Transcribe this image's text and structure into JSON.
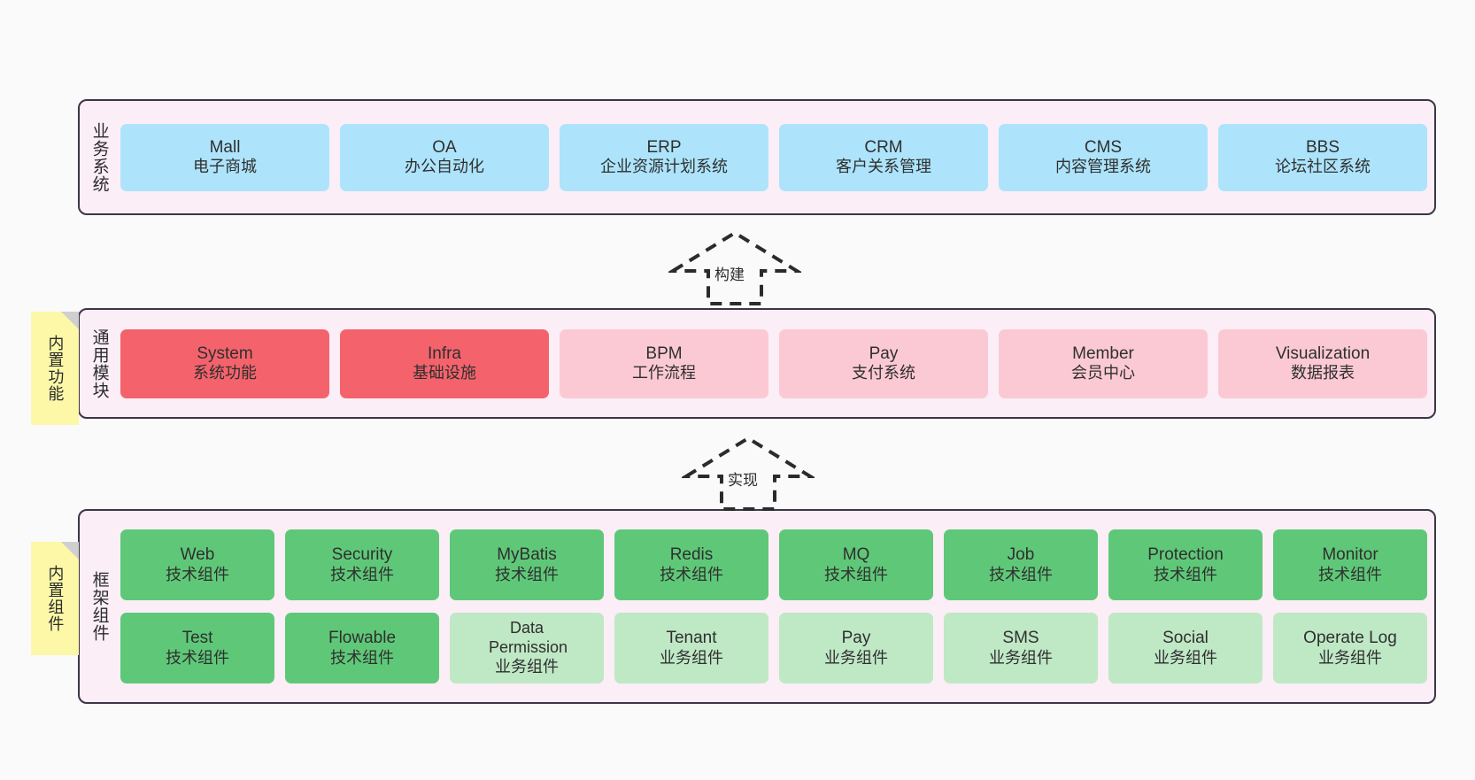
{
  "diagram": {
    "background_color": "#fafafa",
    "layer_bg_color": "#fbeef7",
    "layer_border_color": "#3d3546"
  },
  "layers": [
    {
      "id": "business-system",
      "title": "业务系统",
      "card_color": "#ade4fb",
      "cards": [
        {
          "name": "Mall",
          "desc": "电子商城"
        },
        {
          "name": "OA",
          "desc": "办公自动化"
        },
        {
          "name": "ERP",
          "desc": "企业资源计划系统"
        },
        {
          "name": "CRM",
          "desc": "客户关系管理"
        },
        {
          "name": "CMS",
          "desc": "内容管理系统"
        },
        {
          "name": "BBS",
          "desc": "论坛社区系统"
        }
      ]
    },
    {
      "id": "common-module",
      "title": "通用模块",
      "sticky": "内置功能",
      "cards": [
        {
          "name": "System",
          "desc": "系统功能",
          "color": "#f4636c"
        },
        {
          "name": "Infra",
          "desc": "基础设施",
          "color": "#f4636c"
        },
        {
          "name": "BPM",
          "desc": "工作流程",
          "color": "#fbc9d4"
        },
        {
          "name": "Pay",
          "desc": "支付系统",
          "color": "#fbc9d4"
        },
        {
          "name": "Member",
          "desc": "会员中心",
          "color": "#fbc9d4"
        },
        {
          "name": "Visualization",
          "desc": "数据报表",
          "color": "#fbc9d4"
        }
      ]
    },
    {
      "id": "framework-component",
      "title": "框架组件",
      "sticky": "内置组件",
      "rows": [
        [
          {
            "name": "Web",
            "desc": "技术组件",
            "color": "#5fc878"
          },
          {
            "name": "Security",
            "desc": "技术组件",
            "color": "#5fc878"
          },
          {
            "name": "MyBatis",
            "desc": "技术组件",
            "color": "#5fc878"
          },
          {
            "name": "Redis",
            "desc": "技术组件",
            "color": "#5fc878"
          },
          {
            "name": "MQ",
            "desc": "技术组件",
            "color": "#5fc878"
          },
          {
            "name": "Job",
            "desc": "技术组件",
            "color": "#5fc878"
          },
          {
            "name": "Protection",
            "desc": "技术组件",
            "color": "#5fc878"
          },
          {
            "name": "Monitor",
            "desc": "技术组件",
            "color": "#5fc878"
          }
        ],
        [
          {
            "name": "Test",
            "desc": "技术组件",
            "color": "#5fc878"
          },
          {
            "name": "Flowable",
            "desc": "技术组件",
            "color": "#5fc878"
          },
          {
            "name": "Data Permission",
            "desc": "业务组件",
            "color": "#bfe8c5"
          },
          {
            "name": "Tenant",
            "desc": "业务组件",
            "color": "#bfe8c5"
          },
          {
            "name": "Pay",
            "desc": "业务组件",
            "color": "#bfe8c5"
          },
          {
            "name": "SMS",
            "desc": "业务组件",
            "color": "#bfe8c5"
          },
          {
            "name": "Social",
            "desc": "业务组件",
            "color": "#bfe8c5"
          },
          {
            "name": "Operate Log",
            "desc": "业务组件",
            "color": "#bfe8c5"
          }
        ]
      ]
    }
  ],
  "arrows": [
    {
      "id": "arrow-build",
      "label": "构建"
    },
    {
      "id": "arrow-implement",
      "label": "实现"
    }
  ]
}
